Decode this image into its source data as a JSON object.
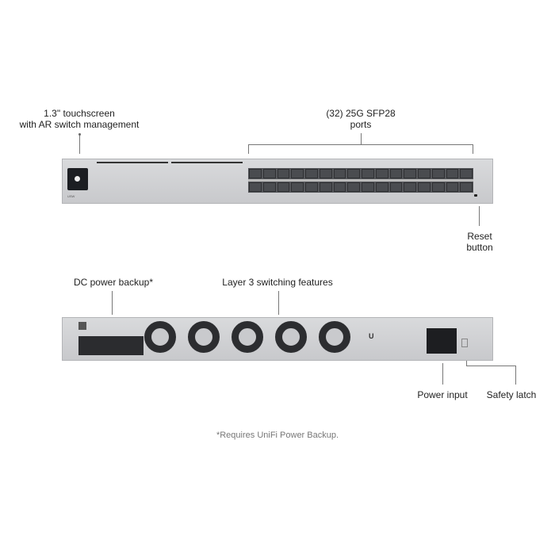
{
  "callouts": {
    "touchscreen": [
      "1.3\" touchscreen",
      "with AR switch management"
    ],
    "sfp_ports": [
      "(32) 25G SFP28",
      "ports"
    ],
    "reset": [
      "Reset",
      "button"
    ],
    "dc_power": "DC power backup*",
    "layer3": "Layer 3 switching features",
    "power_input": "Power input",
    "safety_latch": "Safety latch"
  },
  "footnote": "*Requires UniFi Power Backup.",
  "device": {
    "port_count": 32,
    "fan_count": 5,
    "screen_color": "#1c1e22",
    "port_color": "#4a4c50"
  }
}
